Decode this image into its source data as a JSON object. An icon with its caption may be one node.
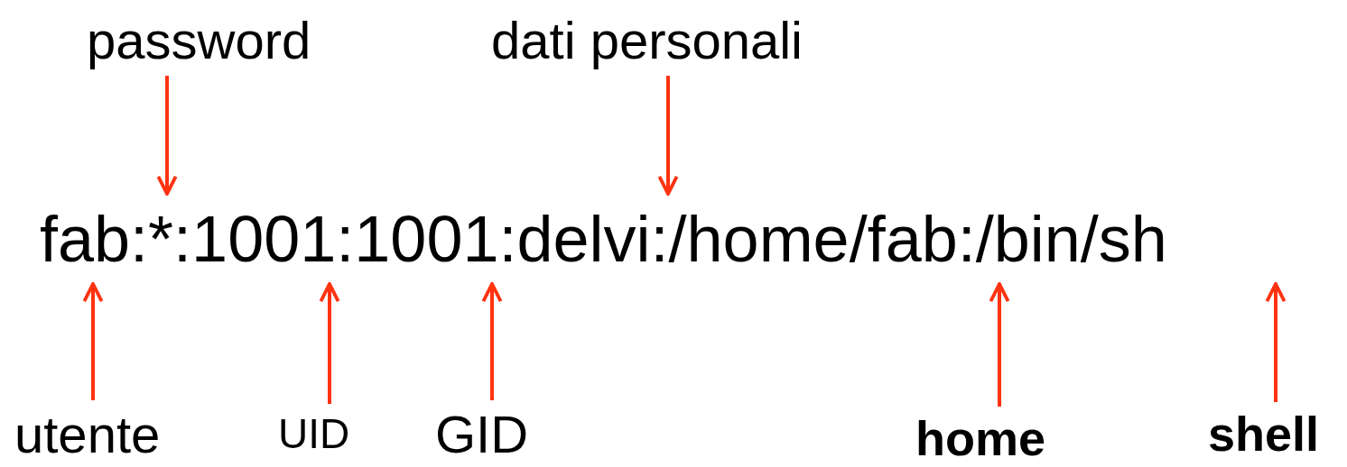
{
  "diagram": {
    "nodes": [
      {
        "text": [
          "password"
        ]
      },
      {
        "text": [
          "dati personali"
        ]
      },
      {
        "text": [
          "fab:*:1001:1001:delvi:/home/fab:/bin/sh"
        ]
      },
      {
        "text": [
          "utente"
        ]
      },
      {
        "text": [
          "UID"
        ]
      },
      {
        "text": [
          "GID"
        ]
      },
      {
        "text": [
          "home"
        ]
      },
      {
        "text": [
          "shell"
        ]
      }
    ],
    "edges": [
      {
        "from": 0,
        "to": 2,
        "arrow": "to"
      },
      {
        "from": 1,
        "to": 2,
        "arrow": "to"
      },
      {
        "from": 3,
        "to": 2,
        "arrow": "to"
      },
      {
        "from": 4,
        "to": 2,
        "arrow": "to"
      },
      {
        "from": 5,
        "to": 2,
        "arrow": "to"
      },
      {
        "from": 6,
        "to": 2,
        "arrow": "to"
      },
      {
        "from": 7,
        "to": 2,
        "arrow": "to"
      }
    ]
  }
}
